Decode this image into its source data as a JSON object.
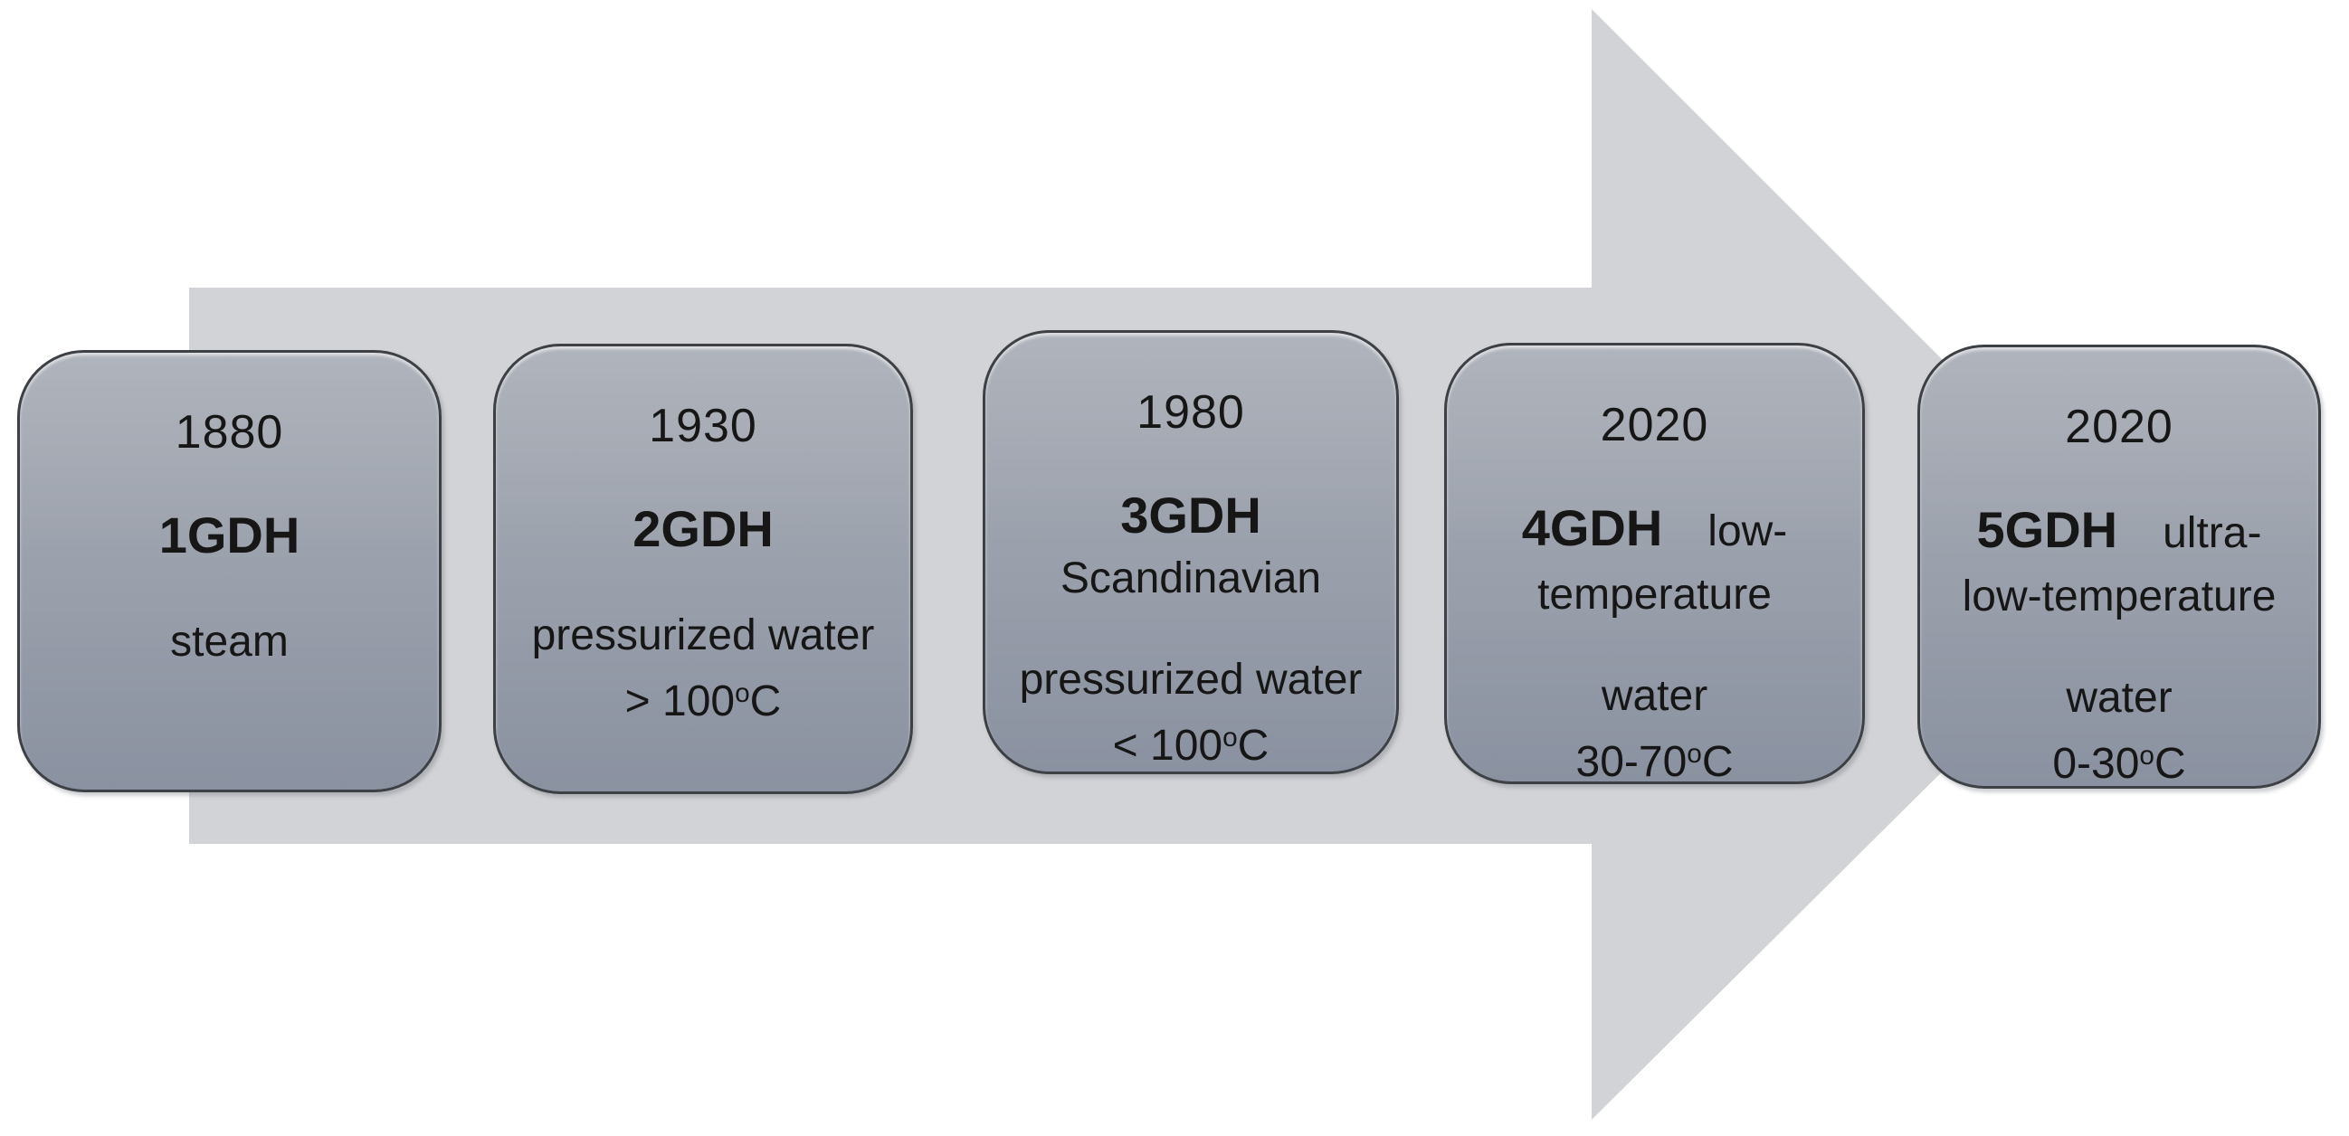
{
  "figure": {
    "description": "Evolution of district heating generations timeline arrow",
    "arrow_color": "#d2d3d6",
    "box_border_color": "#3d4044",
    "box_gradient_top": "#b0b4bc",
    "box_gradient_bottom": "#8a91a0",
    "text_color": "#161616"
  },
  "generations": [
    {
      "year": "1880",
      "gen": "1GDH",
      "gen_suffix": "",
      "subtitle": "",
      "body": "steam",
      "temp_pre": "",
      "temp_sup": "",
      "temp_post": ""
    },
    {
      "year": "1930",
      "gen": "2GDH",
      "gen_suffix": "",
      "subtitle": "",
      "body": "pressurized water",
      "temp_pre": "> 100",
      "temp_sup": "o",
      "temp_post": "C"
    },
    {
      "year": "1980",
      "gen": "3GDH",
      "gen_suffix": "",
      "subtitle": "Scandinavian",
      "body": "pressurized water",
      "temp_pre": "< 100",
      "temp_sup": "o",
      "temp_post": "C"
    },
    {
      "year": "2020",
      "gen": "4GDH",
      "gen_suffix": "low-",
      "subtitle": "temperature",
      "body": "water",
      "temp_pre": "30-70",
      "temp_sup": "o",
      "temp_post": "C"
    },
    {
      "year": "2020",
      "gen": "5GDH",
      "gen_suffix": "ultra-",
      "subtitle": "low-temperature",
      "body": "water",
      "temp_pre": "0-30",
      "temp_sup": "o",
      "temp_post": "C"
    }
  ]
}
